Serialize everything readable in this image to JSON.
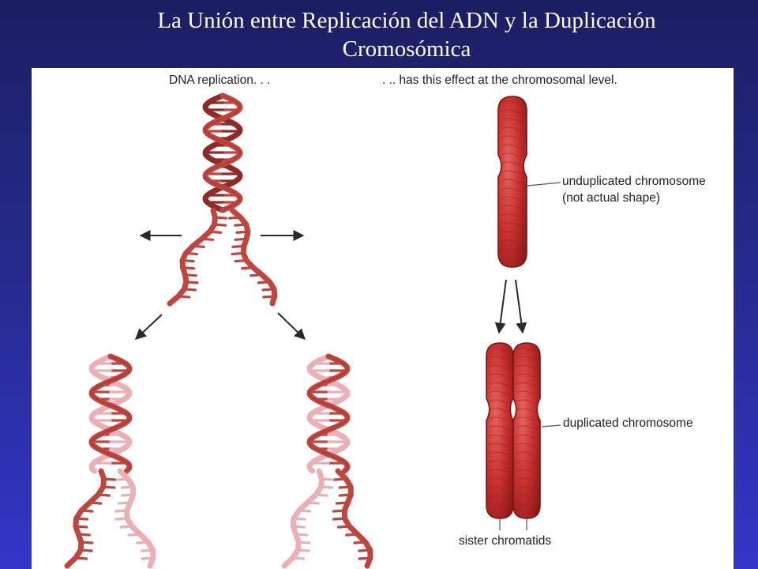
{
  "slide": {
    "title_line1": "La Unión entre Replicación del ADN y la Duplicación",
    "title_line2": "Cromosómica"
  },
  "figure": {
    "dna_heading": "DNA replication. . .",
    "chromosome_heading": ". .. has this effect at the chromosomal level.",
    "labels": {
      "unduplicated_line1": "unduplicated chromosome",
      "unduplicated_line2": "(not actual shape)",
      "duplicated": "duplicated chromosome",
      "sister": "sister chromatids"
    },
    "colors": {
      "parent_strand": "#c0453f",
      "parent_strand_dark": "#8f2a26",
      "new_strand": "#eab0b6",
      "chromosome": "#c8302e",
      "arrow": "#2a2a2a"
    }
  }
}
